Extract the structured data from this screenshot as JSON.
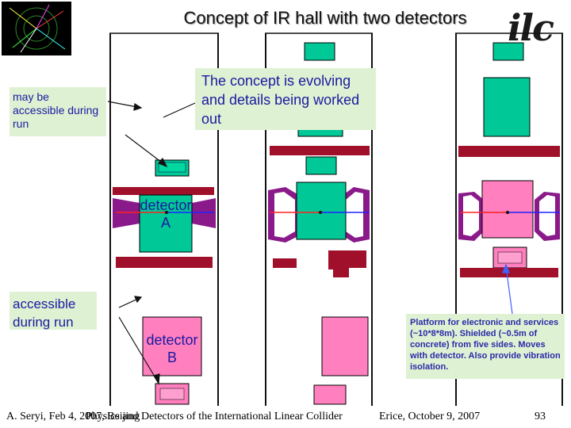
{
  "header": {
    "title": "Concept of IR hall with two detectors",
    "logo_text": "ilc"
  },
  "notes": {
    "may_be_accessible": "may be accessible during run",
    "concept_evolving": "The concept is evolving and details being worked out",
    "accessible_during_run": "accessible during run",
    "platform": "Platform for electronic and services (~10*8*8m). Shielded (~0.5m of concrete) from five sides. Moves with detector. Also provide vibration isolation."
  },
  "labels": {
    "detector_a": "detector A",
    "detector_b": "detector B"
  },
  "footer": {
    "left": "A. Seryi, Feb 4, 2007, Beijing",
    "left_overlay": "Physics and Detectors of the International Linear Collider",
    "middle": "Erice, October 9, 2007",
    "page": "93"
  },
  "colors": {
    "detector_green": "#00c896",
    "detector_pink": "#ff7fbf",
    "shield_red": "#a0102a",
    "door_purple": "#8a1a8a",
    "beam_red": "#ff2020",
    "beam_blue": "#2020ff",
    "note_bg": "#dff1d3"
  }
}
